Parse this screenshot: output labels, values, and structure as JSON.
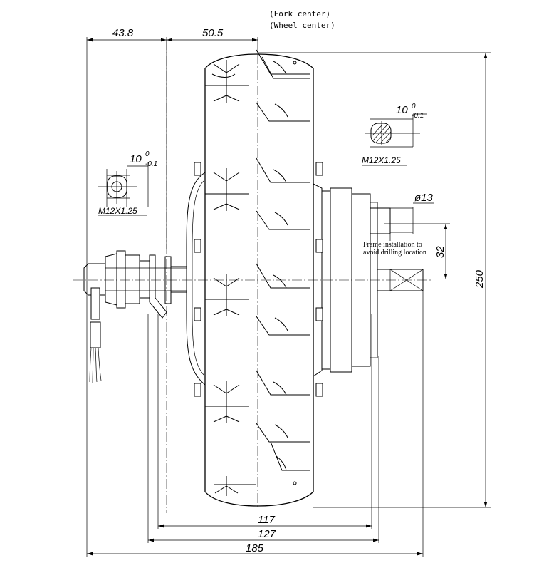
{
  "notes": {
    "fork_center": "(Fork center)",
    "wheel_center": "(Wheel center)",
    "frame_line1": "Frame installation to",
    "frame_line2": "avoid drilling location"
  },
  "dimensions": {
    "top_left": "43.8",
    "top_mid": "50.5",
    "width_117": "117",
    "width_127": "127",
    "width_185": "185",
    "height_250": "250",
    "offset_32": "32",
    "dia_13": "ø13"
  },
  "left_detail": {
    "size": "10",
    "tol_upper": "0",
    "tol_lower": "-0.1",
    "thread": "M12X1.25"
  },
  "right_detail": {
    "size": "10",
    "tol_upper": "0",
    "tol_lower": "-0.1",
    "thread": "M12X1.25"
  }
}
